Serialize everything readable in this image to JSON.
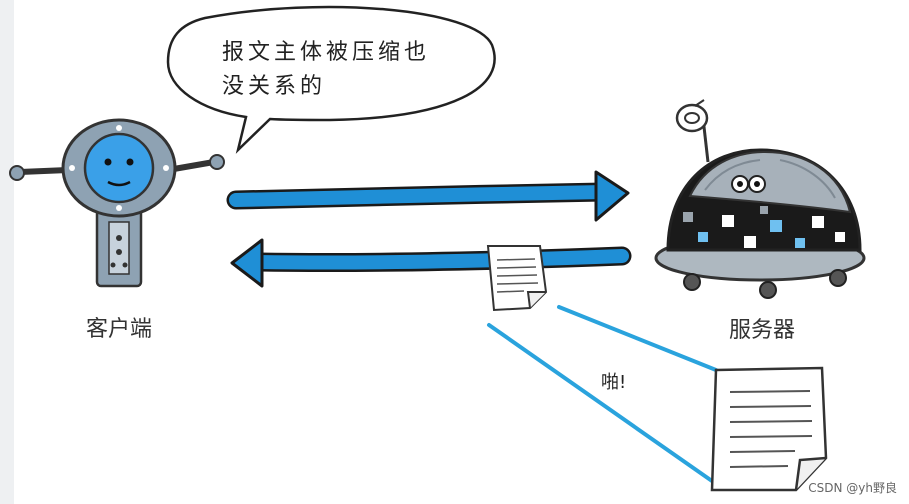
{
  "bubble": {
    "text_line1": "报文主体被压缩也",
    "text_line2": "没关系的"
  },
  "labels": {
    "client": "客户端",
    "server": "服务器",
    "sound_effect": "啪!"
  },
  "watermark": "CSDN @yh野良",
  "colors": {
    "arrow_blue": "#1f8fd6",
    "robot_gray": "#8ea2b3",
    "robot_face": "#3aa0e8",
    "server_dark": "#1a1a1a",
    "line_blue": "#2aa3dd"
  },
  "icons": [
    "client-robot-icon",
    "server-robot-icon",
    "document-small-icon",
    "document-large-icon",
    "speech-bubble-icon"
  ]
}
